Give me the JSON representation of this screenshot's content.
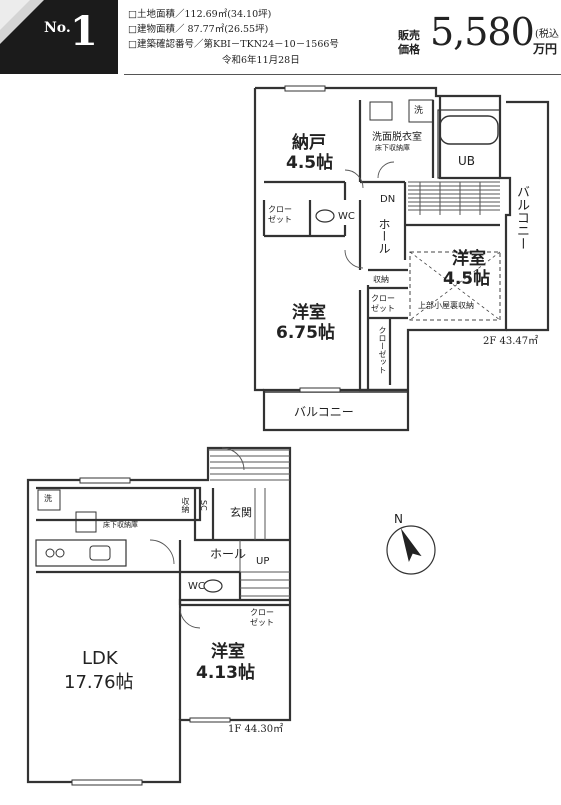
{
  "header": {
    "listing_no_prefix": "No.",
    "listing_no": "1",
    "spec_land": "□土地面積／112.69㎡(34.10坪)",
    "spec_building": "□建物面積／ 87.77㎡(26.55坪)",
    "spec_cert": "□建築確認番号／第KBI－TKN24－10－1566号",
    "spec_date": "令和6年11月28日",
    "price_label_1": "販売",
    "price_label_2": "価格",
    "price_value": "5,580",
    "price_unit_top": "(税込",
    "price_unit_bottom": "万円"
  },
  "floor2": {
    "storage_name": "納戸",
    "storage_size": "4.5帖",
    "washroom": "洗面脱衣室",
    "washroom_under_storage": "床下収納庫",
    "washer": "洗",
    "bath": "UB",
    "closet": "クロー\nゼット",
    "wc": "WC",
    "dn": "DN",
    "hall": "ホール",
    "balcony_right": "バルコニー",
    "western_small_name": "洋室",
    "western_small_size": "4.5帖",
    "storage_small": "収納",
    "closet_small": "クロー\nゼット",
    "attic_storage": "上部小屋裏収納",
    "western_large_name": "洋室",
    "western_large_size": "6.75帖",
    "closet_vertical": "クローゼット",
    "balcony_bottom": "バルコニー",
    "area": "2F 43.47㎡"
  },
  "floor1": {
    "washer": "洗",
    "under_floor_storage": "床下収納庫",
    "storage": "収納",
    "shoe": "SC",
    "entrance": "玄関",
    "hall": "ホール",
    "up": "UP",
    "wc": "WC",
    "closet": "クロー\nゼット",
    "western_name": "洋室",
    "western_size": "4.13帖",
    "ldk_name": "LDK",
    "ldk_size": "17.76帖",
    "area": "1F 44.30㎡"
  },
  "compass": {
    "north_label": "N",
    "icon": "north-arrow-icon"
  },
  "colors": {
    "badge_dark": "#1b1b1b",
    "badge_light": "#cfcfcf",
    "wall": "#333333"
  }
}
